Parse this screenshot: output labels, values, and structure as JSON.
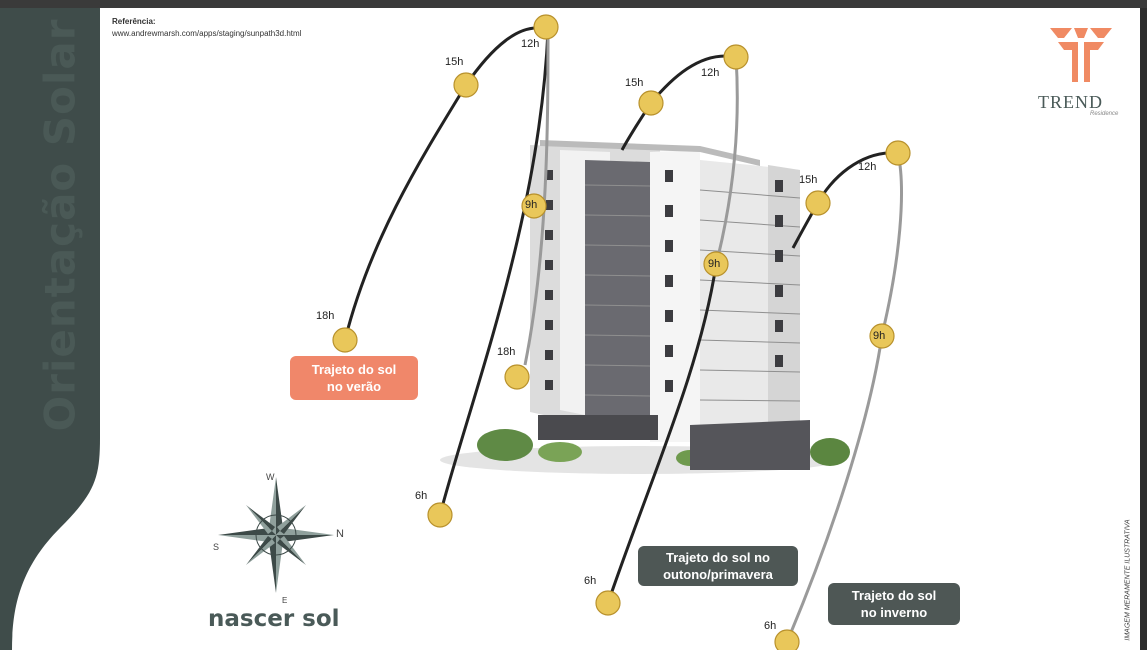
{
  "page": {
    "title": "Orientação Solar",
    "reference_label": "Referência:",
    "reference_url": "www.andrewmarsh.com/apps/staging/sunpath3d.html",
    "footer_label": "nascer sol",
    "disclaimer": "IMAGEM MERAMENTE ILUSTRATIVA"
  },
  "logo": {
    "name": "TREND",
    "subtitle": "Residence"
  },
  "summer_path": {
    "label": "Trajeto do sol no verão",
    "label_lines": [
      "Trajeto do sol",
      "no verão"
    ],
    "hours": [
      "6h",
      "9h",
      "12h",
      "15h",
      "18h"
    ]
  },
  "equinox_path": {
    "label": "Trajeto do sol no outono/primavera",
    "label_lines": [
      "Trajeto do sol no",
      "outono/primavera"
    ],
    "hours": [
      "6h",
      "9h",
      "12h",
      "15h",
      "18h"
    ]
  },
  "winter_path": {
    "label": "Trajeto do sol no inverno",
    "label_lines": [
      "Trajeto do sol",
      "no inverno"
    ],
    "hours": [
      "6h",
      "9h",
      "12h",
      "15h"
    ]
  },
  "compass": {
    "north": "N",
    "south": "S",
    "east": "E",
    "west": "W"
  },
  "colors": {
    "sidebar": "#3f4c4a",
    "summer_tag": "#f0876a",
    "season_tag": "#4e5755",
    "sun": "#e9c75a",
    "path_dark": "#222222",
    "path_light": "#9a9a9a"
  }
}
